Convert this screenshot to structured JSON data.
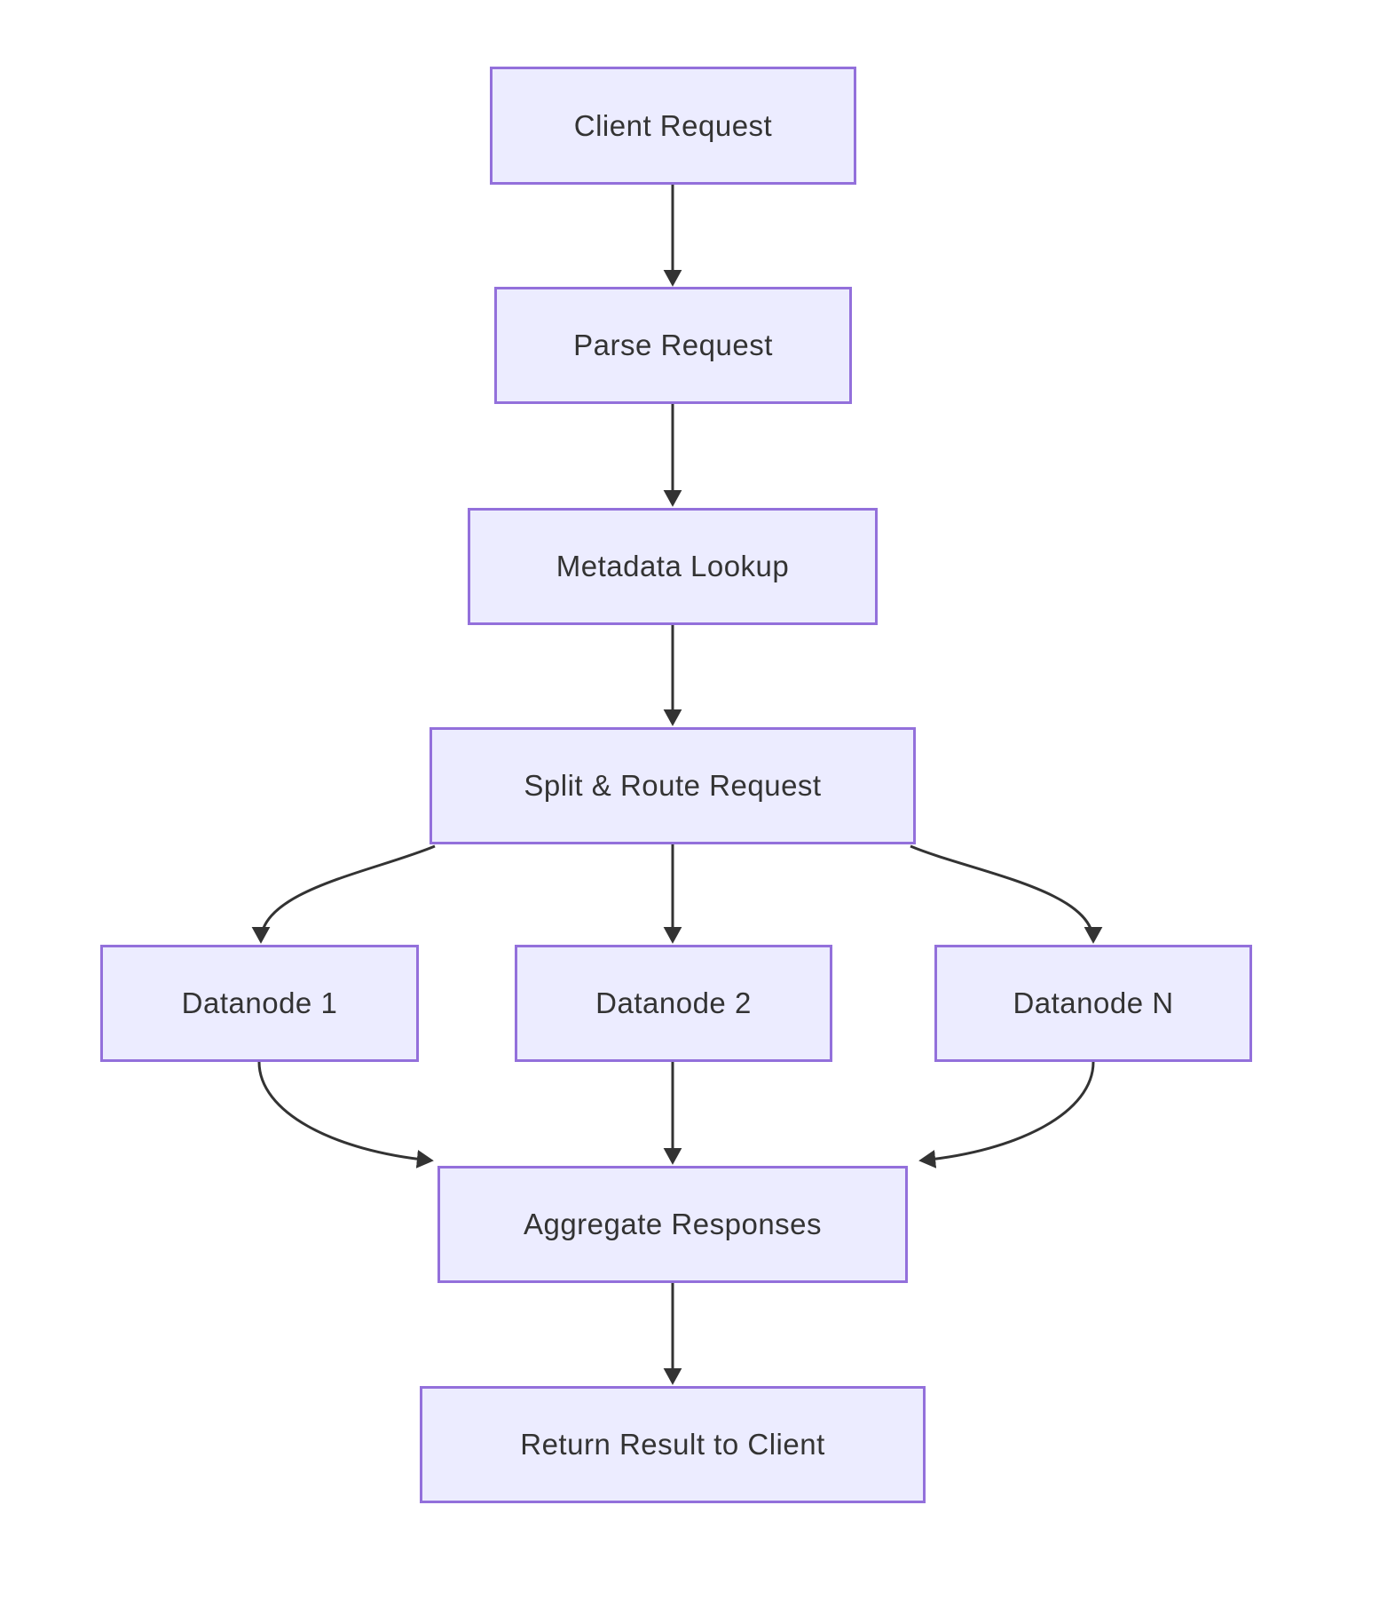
{
  "diagram": {
    "type": "flowchart",
    "direction": "top-down",
    "nodes": [
      {
        "id": "client",
        "label": "Client Request"
      },
      {
        "id": "parse",
        "label": "Parse Request"
      },
      {
        "id": "metadata",
        "label": "Metadata Lookup"
      },
      {
        "id": "split",
        "label": "Split & Route Request"
      },
      {
        "id": "datanode1",
        "label": "Datanode 1"
      },
      {
        "id": "datanode2",
        "label": "Datanode 2"
      },
      {
        "id": "datanodeN",
        "label": "Datanode N"
      },
      {
        "id": "aggregate",
        "label": "Aggregate Responses"
      },
      {
        "id": "return",
        "label": "Return Result to Client"
      }
    ],
    "edges": [
      {
        "from": "client",
        "to": "parse"
      },
      {
        "from": "parse",
        "to": "metadata"
      },
      {
        "from": "metadata",
        "to": "split"
      },
      {
        "from": "split",
        "to": "datanode1"
      },
      {
        "from": "split",
        "to": "datanode2"
      },
      {
        "from": "split",
        "to": "datanodeN"
      },
      {
        "from": "datanode1",
        "to": "aggregate"
      },
      {
        "from": "datanode2",
        "to": "aggregate"
      },
      {
        "from": "datanodeN",
        "to": "aggregate"
      },
      {
        "from": "aggregate",
        "to": "return"
      }
    ],
    "colors": {
      "node_fill": "#ECECFF",
      "node_border": "#9370DB",
      "node_text": "#333333",
      "arrow": "#333333",
      "background": "#FFFFFF"
    }
  }
}
